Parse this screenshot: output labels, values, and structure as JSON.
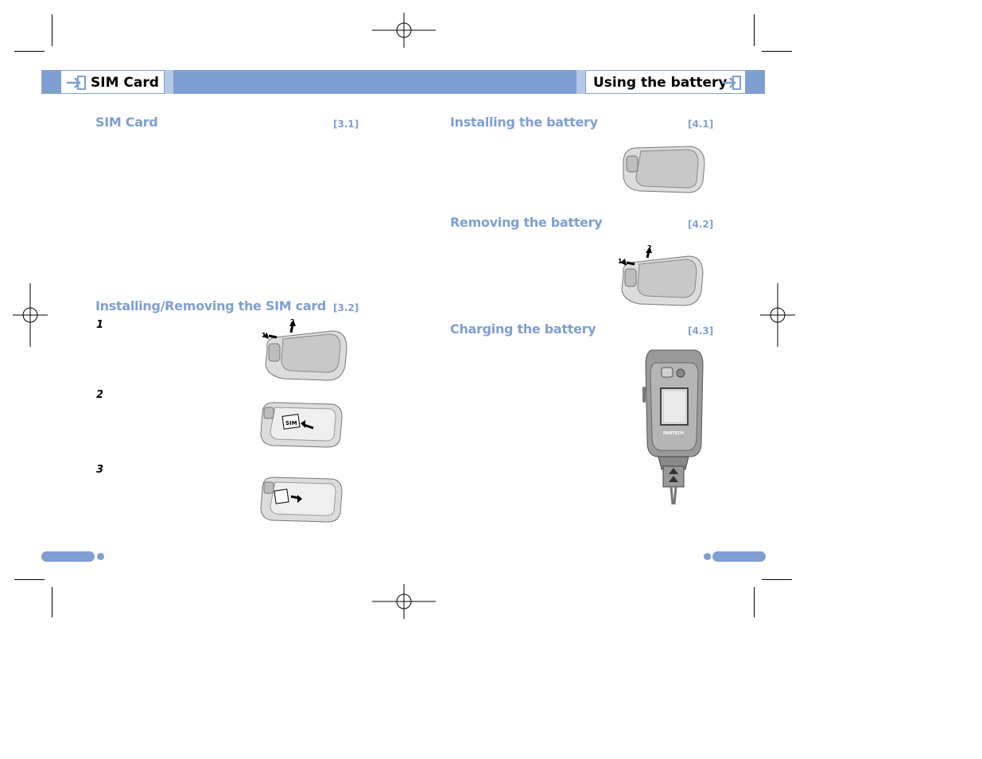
{
  "header": {
    "left_title": "SIM Card",
    "right_title": "Using the battery",
    "left_icon": "enter-arrow-icon",
    "right_icon": "enter-arrow-icon"
  },
  "left_page": {
    "sections": [
      {
        "title": "SIM Card",
        "ref": "[3.1]"
      },
      {
        "title": "Installing/Removing the SIM card",
        "ref": "[3.2]"
      }
    ],
    "steps": [
      "1",
      "2",
      "3"
    ],
    "figure_labels": {
      "one": "1",
      "two": "2",
      "sim": "SIM"
    }
  },
  "right_page": {
    "sections": [
      {
        "title": "Installing the battery",
        "ref": "[4.1]"
      },
      {
        "title": "Removing the battery",
        "ref": "[4.2]"
      },
      {
        "title": "Charging the battery",
        "ref": "[4.3]"
      }
    ],
    "figure_labels": {
      "one": "1",
      "two": "2",
      "brand": "PANTECH"
    }
  },
  "colors": {
    "accent": "#7f9fd2",
    "accent_light": "#b6c9e8",
    "text": "#000000"
  }
}
